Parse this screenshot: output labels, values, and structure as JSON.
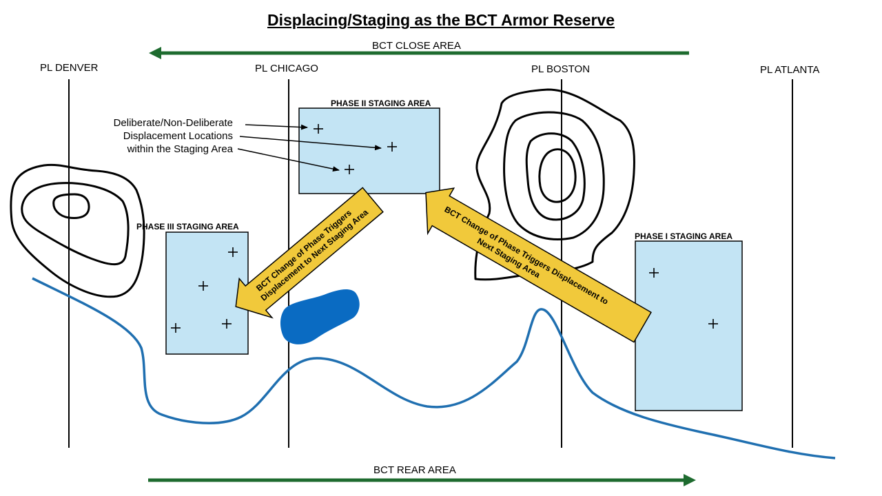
{
  "title": "Displacing/Staging as the BCT Armor Reserve",
  "close_area_label": "BCT CLOSE AREA",
  "rear_area_label": "BCT REAR AREA",
  "phase_lines": [
    "PL DENVER",
    "PL CHICAGO",
    "PL BOSTON",
    "PL ATLANTA"
  ],
  "staging_areas": {
    "phase1": "PHASE I STAGING AREA",
    "phase2": "PHASE II STAGING AREA",
    "phase3": "PHASE III STAGING AREA"
  },
  "displacement_note": {
    "line1": "Deliberate/Non-Deliberate",
    "line2": "Displacement Locations",
    "line3": "within the Staging Area"
  },
  "trigger_arrow_left": {
    "line1": "BCT Change of Phase Triggers",
    "line2": "Displacement to Next Staging Area"
  },
  "trigger_arrow_right": {
    "line1": "BCT Change of Phase Triggers Displacement to",
    "line2": "Next Staging Area"
  },
  "colors": {
    "staging_fill": "#c3e4f4",
    "river": "#1f6fb0",
    "lake": "#0a6bc2",
    "area_arrow": "#1e6b2f",
    "trigger_arrow": "#f1c93b"
  }
}
